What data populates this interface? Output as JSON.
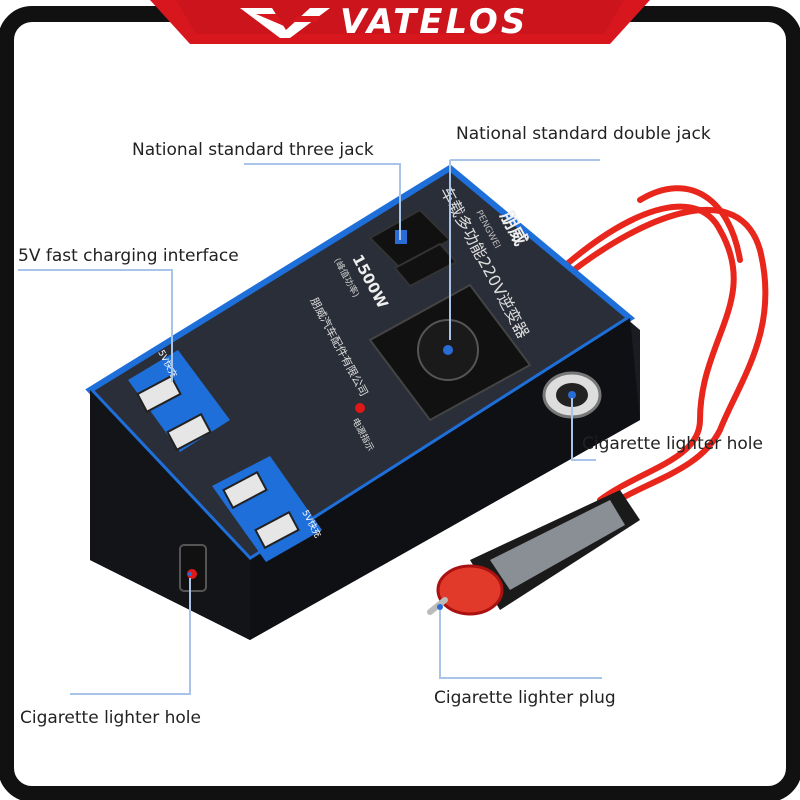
{
  "brand": {
    "name": "VATELOS",
    "colors": {
      "frame": "#111111",
      "banner": "#d8161e",
      "accent": "#1e6fd9",
      "cable": "#e8261c"
    }
  },
  "callouts": {
    "three_jack": "National standard three jack",
    "double_jack": "National standard double jack",
    "fast_charging": "5V fast charging interface",
    "lighter_hole_right": "Cigarette lighter hole",
    "lighter_plug": "Cigarette lighter plug",
    "lighter_hole_left": "Cigarette lighter hole"
  },
  "device": {
    "brand_cn": "朋威",
    "brand_en": "PENGWEI",
    "title_cn": "车载多功能220V逆变器",
    "power": "1500W",
    "power_note": "(峰值功率)",
    "company": "朋威汽车配件有限公司",
    "indicator": "电源指示",
    "usb_label": "5V快充"
  }
}
